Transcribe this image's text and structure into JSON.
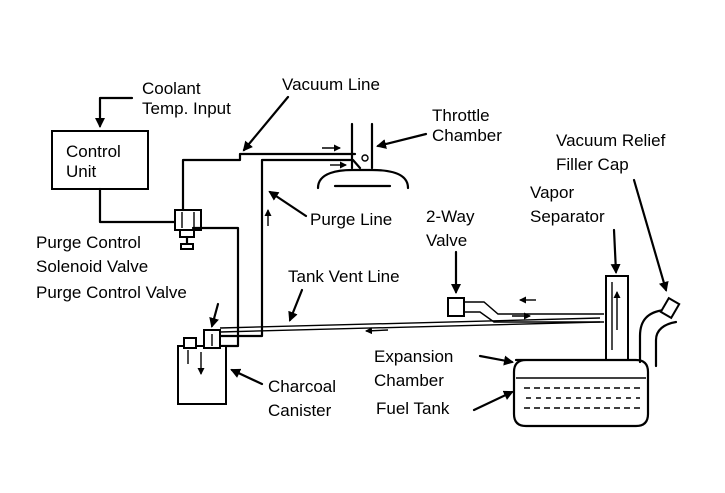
{
  "labels": {
    "coolant_line1": "Coolant",
    "coolant_line2": "Temp. Input",
    "vacuum_line": "Vacuum Line",
    "throttle_line1": "Throttle",
    "throttle_line2": "Chamber",
    "vacuum_relief_line1": "Vacuum Relief",
    "vacuum_relief_line2": "Filler Cap",
    "control_unit_line1": "Control",
    "control_unit_line2": "Unit",
    "vapor_separator_line1": "Vapor",
    "vapor_separator_line2": "Separator",
    "purge_line": "Purge Line",
    "two_way_line1": "2-Way",
    "two_way_line2": "Valve",
    "solenoid_line1": "Purge Control",
    "solenoid_line2": "Solenoid Valve",
    "tank_vent_line": "Tank Vent Line",
    "purge_control_valve": "Purge Control Valve",
    "expansion_line1": "Expansion",
    "expansion_line2": "Chamber",
    "charcoal_line1": "Charcoal",
    "charcoal_line2": "Canister",
    "fuel_tank": "Fuel Tank"
  }
}
